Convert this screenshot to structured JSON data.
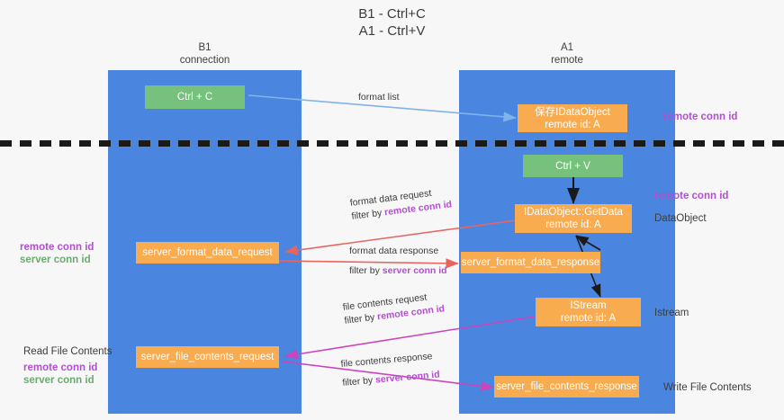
{
  "title": "B1 - Ctrl+C\nA1 - Ctrl+V",
  "colors": {
    "lane": "#4a86e0",
    "green_box": "#76c27c",
    "orange_box": "#f9ab50",
    "purple_text": "#b24fd0",
    "green_text": "#6aab70",
    "blue_arrow": "#7fb4e8",
    "red_arrow": "#e8645f",
    "magenta_arrow": "#cc44bb",
    "black_arrow": "#1a1a1a",
    "page_bg": "#f7f7f7"
  },
  "lanes": [
    {
      "id": "b1",
      "title": "B1\nconnection"
    },
    {
      "id": "a1",
      "title": "A1\nremote"
    }
  ],
  "boxes": {
    "ctrl_c": "Ctrl + C",
    "save_idataobject": "保存IDataObject\nremote id: A",
    "ctrl_v": "Ctrl + V",
    "getdata": "IDataObject::GetData\nremote id: A",
    "server_format_data_request": "server_format_data_request",
    "server_format_data_response": "server_format_data_response",
    "istream": "IStream\nremote id: A",
    "server_file_contents_request": "server_file_contents_request",
    "server_file_contents_response": "server_file_contents_response"
  },
  "edge_labels": {
    "format_list": "format list",
    "format_data_request": "format data request",
    "format_data_request_filter_prefix": "filter by ",
    "format_data_request_filter_key": "remote conn id",
    "format_data_response": "format data response",
    "format_data_response_filter_prefix": "filter by ",
    "format_data_response_filter_key": "server conn id",
    "file_contents_request": "file contents request",
    "file_contents_request_filter_prefix": "filter by ",
    "file_contents_request_filter_key": "remote conn id",
    "file_contents_response": "file contents response",
    "file_contents_response_filter_prefix": "filter by ",
    "file_contents_response_filter_key": "server conn id"
  },
  "annotations": {
    "right_remote_conn_id_top": "remote conn id",
    "right_remote_conn_id_mid": "remote conn id",
    "right_dataobject": "DataObject",
    "right_istream": "Istream",
    "right_write_file_contents": "Write File Contents",
    "left_remote_conn_id": "remote conn id",
    "left_server_conn_id": "server conn id",
    "left_read_file_contents": "Read File Contents",
    "left_remote_conn_id_2": "remote conn id",
    "left_server_conn_id_2": "server conn id"
  }
}
